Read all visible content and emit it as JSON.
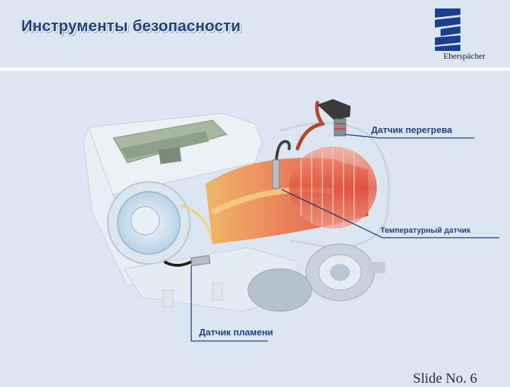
{
  "header": {
    "title": "Инструменты безопасности",
    "logo_text": "Eberspächer"
  },
  "callouts": {
    "overheat_sensor": "Датчик перегрева",
    "temperature_sensor": "Температурный датчик",
    "flame_sensor": "Датчик пламени"
  },
  "footer": {
    "slide_number": "Slide No.  6"
  },
  "colors": {
    "background": "#dbe6f2",
    "title": "#23407e",
    "logo_blue": "#1b3f8f",
    "callout_line": "#1f3a6e",
    "combustion": "#e25a3a"
  },
  "icons": {
    "logo": "eberspaecher-logo",
    "illustration": "heater-cutaway-illustration"
  }
}
